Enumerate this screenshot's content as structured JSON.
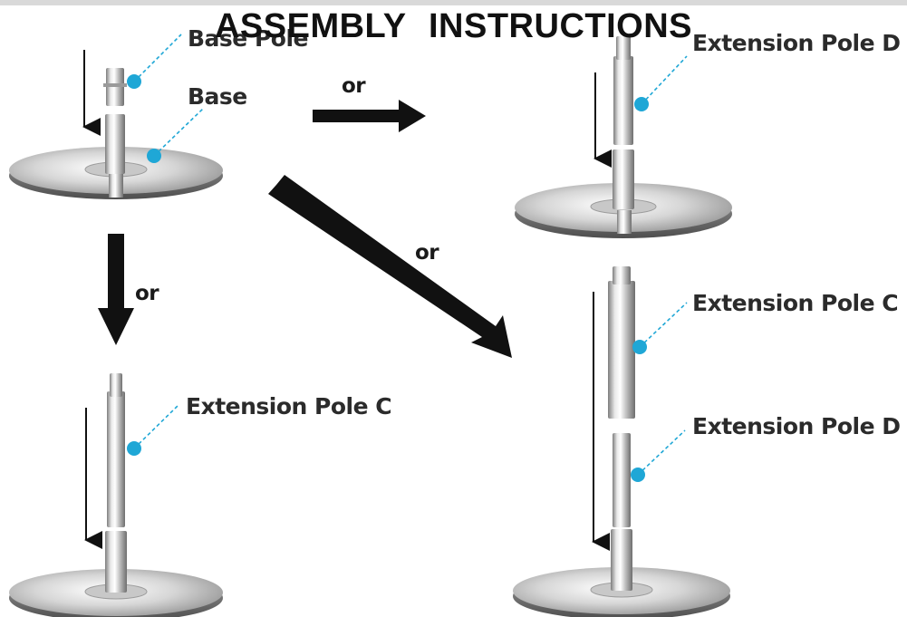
{
  "title": "ASSEMBLY  INSTRUCTIONS",
  "labels": {
    "base_pole": "Base Pole",
    "base": "Base",
    "extension_pole_d": "Extension Pole D",
    "extension_pole_c": "Extension Pole C",
    "or": "or"
  },
  "colors": {
    "callout_dot": "#1fa7d6",
    "arrow": "#111111",
    "metal_light": "#f4f4f4",
    "metal_dark": "#8a8a8a"
  }
}
